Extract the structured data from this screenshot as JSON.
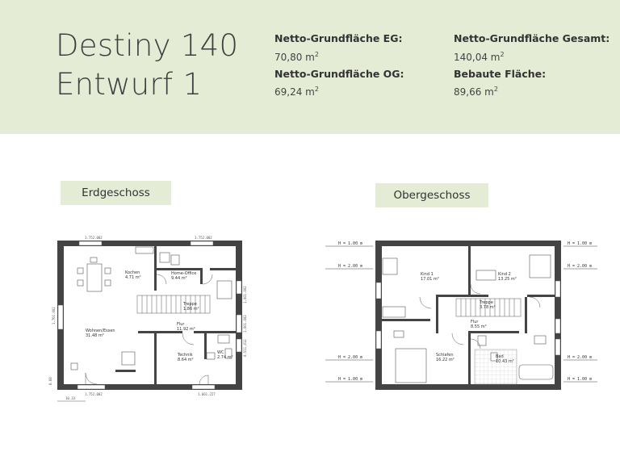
{
  "header": {
    "title": "Destiny 140",
    "subtitle": "Entwurf 1",
    "stats": [
      {
        "label": "Netto-Grundfläche EG:",
        "value": "70,80 m",
        "sup": "2"
      },
      {
        "label": "Netto-Grundfläche OG:",
        "value": "69,24 m",
        "sup": "2"
      },
      {
        "label": "Netto-Grundfläche Gesamt:",
        "value": "140,04 m",
        "sup": "2"
      },
      {
        "label": "Bebaute Fläche:",
        "value": "89,66 m",
        "sup": "2"
      }
    ]
  },
  "floors": {
    "eg": {
      "label": "Erdgeschoss",
      "rooms": [
        {
          "name": "Kochen",
          "area": "4.71 m²"
        },
        {
          "name": "Home-Office",
          "area": "9.44 m²"
        },
        {
          "name": "Treppe",
          "area": "1.86 m²"
        },
        {
          "name": "Flur",
          "area": "11.92 m²"
        },
        {
          "name": "Wohnen/Essen",
          "area": "31.48 m²"
        },
        {
          "name": "Technik",
          "area": "8.64 m²"
        },
        {
          "name": "WC",
          "area": "2.74 m²"
        }
      ],
      "dims": [
        "1.752.002",
        "1.752.002",
        "1.752.002",
        "1.661.227",
        "1.001.002",
        "1.001.002",
        "1.761.002",
        "0.511.012",
        "8.68",
        "10.33"
      ]
    },
    "og": {
      "label": "Obergeschoss",
      "rooms": [
        {
          "name": "Kind 1",
          "area": "17.01 m²"
        },
        {
          "name": "Kind 2",
          "area": "13.25 m²"
        },
        {
          "name": "Treppe",
          "area": "3.78 m²"
        },
        {
          "name": "Flur",
          "area": "8.55 m²"
        },
        {
          "name": "Schlafen",
          "area": "16.22 m²"
        },
        {
          "name": "Bad",
          "area": "10.43 m²"
        }
      ],
      "heights": [
        "H = 1.00 m",
        "H = 2.00 m",
        "H = 2.00 m",
        "H = 1.00 m",
        "H = 1.00 m",
        "H = 2.00 m",
        "H = 2.00 m",
        "H = 1.00 m"
      ]
    }
  }
}
